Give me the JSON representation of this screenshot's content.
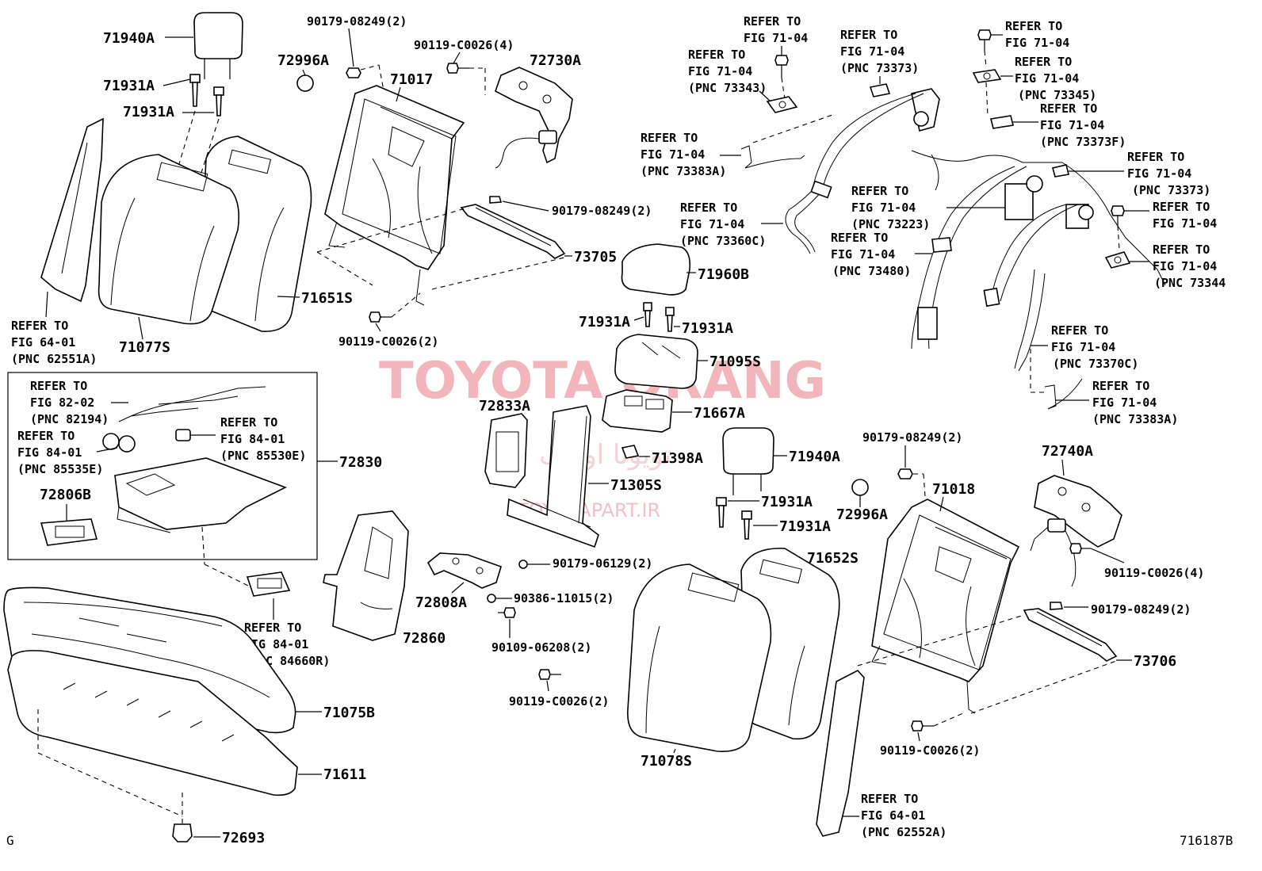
{
  "part_numbers": {
    "p71940A_top": "71940A",
    "p71931A_a": "71931A",
    "p71931A_b": "71931A",
    "p72996A_top": "72996A",
    "p90179_08249_top": "90179-08249(2)",
    "p90119_C0026_4_top": "90119-C0026(4)",
    "p72730A": "72730A",
    "p71017": "71017",
    "p90179_08249_mid": "90179-08249(2)",
    "p73705": "73705",
    "p71651S": "71651S",
    "p71077S": "71077S",
    "p90119_C0026_2_a": "90119-C0026(2)",
    "p71960B": "71960B",
    "p71931A_c": "71931A",
    "p71931A_d": "71931A",
    "p71095S": "71095S",
    "p71667A": "71667A",
    "p72833A": "72833A",
    "p71398A": "71398A",
    "p71305S": "71305S",
    "p71940A_mid": "71940A",
    "p71931A_e": "71931A",
    "p71931A_f": "71931A",
    "p72830": "72830",
    "p72806B": "72806B",
    "p72860": "72860",
    "p72808A": "72808A",
    "p90179_06129": "90179-06129(2)",
    "p90386_11015": "90386-11015(2)",
    "p90109_06208": "90109-06208(2)",
    "p90119_C0026_2_b": "90119-C0026(2)",
    "p71075B": "71075B",
    "p71611": "71611",
    "p72693": "72693",
    "p71078S": "71078S",
    "p71652S": "71652S",
    "p72996A_mid": "72996A",
    "p90179_08249_r": "90179-08249(2)",
    "p71018": "71018",
    "p72740A": "72740A",
    "p90119_C0026_4_r": "90119-C0026(4)",
    "p90179_08249_r2": "90179-08249(2)",
    "p73706": "73706",
    "p90119_C0026_2_r": "90119-C0026(2)"
  },
  "references": {
    "r1": [
      "REFER TO",
      "FIG 64-01",
      "(PNC 62551A)"
    ],
    "r2": [
      "REFER TO",
      "FIG 82-02",
      "(PNC 82194)"
    ],
    "r3": [
      "REFER TO",
      "FIG 84-01",
      "(PNC 85535E)"
    ],
    "r4": [
      "REFER TO",
      "FIG 84-01",
      "(PNC 85530E)"
    ],
    "r5": [
      "REFER TO",
      "FIG 84-01",
      "(PNC 84660R)"
    ],
    "r6": [
      "REFER TO",
      "FIG 71-04"
    ],
    "r7": [
      "REFER TO",
      "FIG 71-04",
      "(PNC 73343)"
    ],
    "r8": [
      "REFER TO",
      "FIG 71-04",
      "(PNC 73373)"
    ],
    "r9": [
      "REFER TO",
      "FIG 71-04",
      "(PNC 73383A)"
    ],
    "r10": [
      "REFER TO",
      "FIG 71-04",
      "(PNC 73360C)"
    ],
    "r11": [
      "REFER TO",
      "FIG 71-04"
    ],
    "r12": [
      "REFER TO",
      "FIG 71-04",
      "(PNC 73345)"
    ],
    "r13": [
      "REFER TO",
      "FIG 71-04",
      "(PNC 73373F)"
    ],
    "r14": [
      "REFER TO",
      "FIG 71-04",
      "(PNC 73373)"
    ],
    "r15": [
      "REFER TO",
      "FIG 71-04",
      "(PNC 73223)"
    ],
    "r16": [
      "REFER TO",
      "FIG 71-04"
    ],
    "r17": [
      "REFER TO",
      "FIG 71-04",
      "(PNC 73480)"
    ],
    "r18": [
      "REFER TO",
      "FIG 71-04",
      "(PNC 73344"
    ],
    "r19": [
      "REFER TO",
      "FIG 71-04",
      "(PNC 73370C)"
    ],
    "r20": [
      "REFER TO",
      "FIG 71-04",
      "(PNC 73383A)"
    ],
    "r21": [
      "REFER TO",
      "FIG 64-01",
      "(PNC 62552A)"
    ]
  },
  "watermark": {
    "main": "TOYOTA ORANG",
    "site": "TOYOTAPART.IR",
    "persian": "تویوتا اورنگ"
  },
  "footer": {
    "left_mark": "G",
    "figure_code": "716187B"
  }
}
